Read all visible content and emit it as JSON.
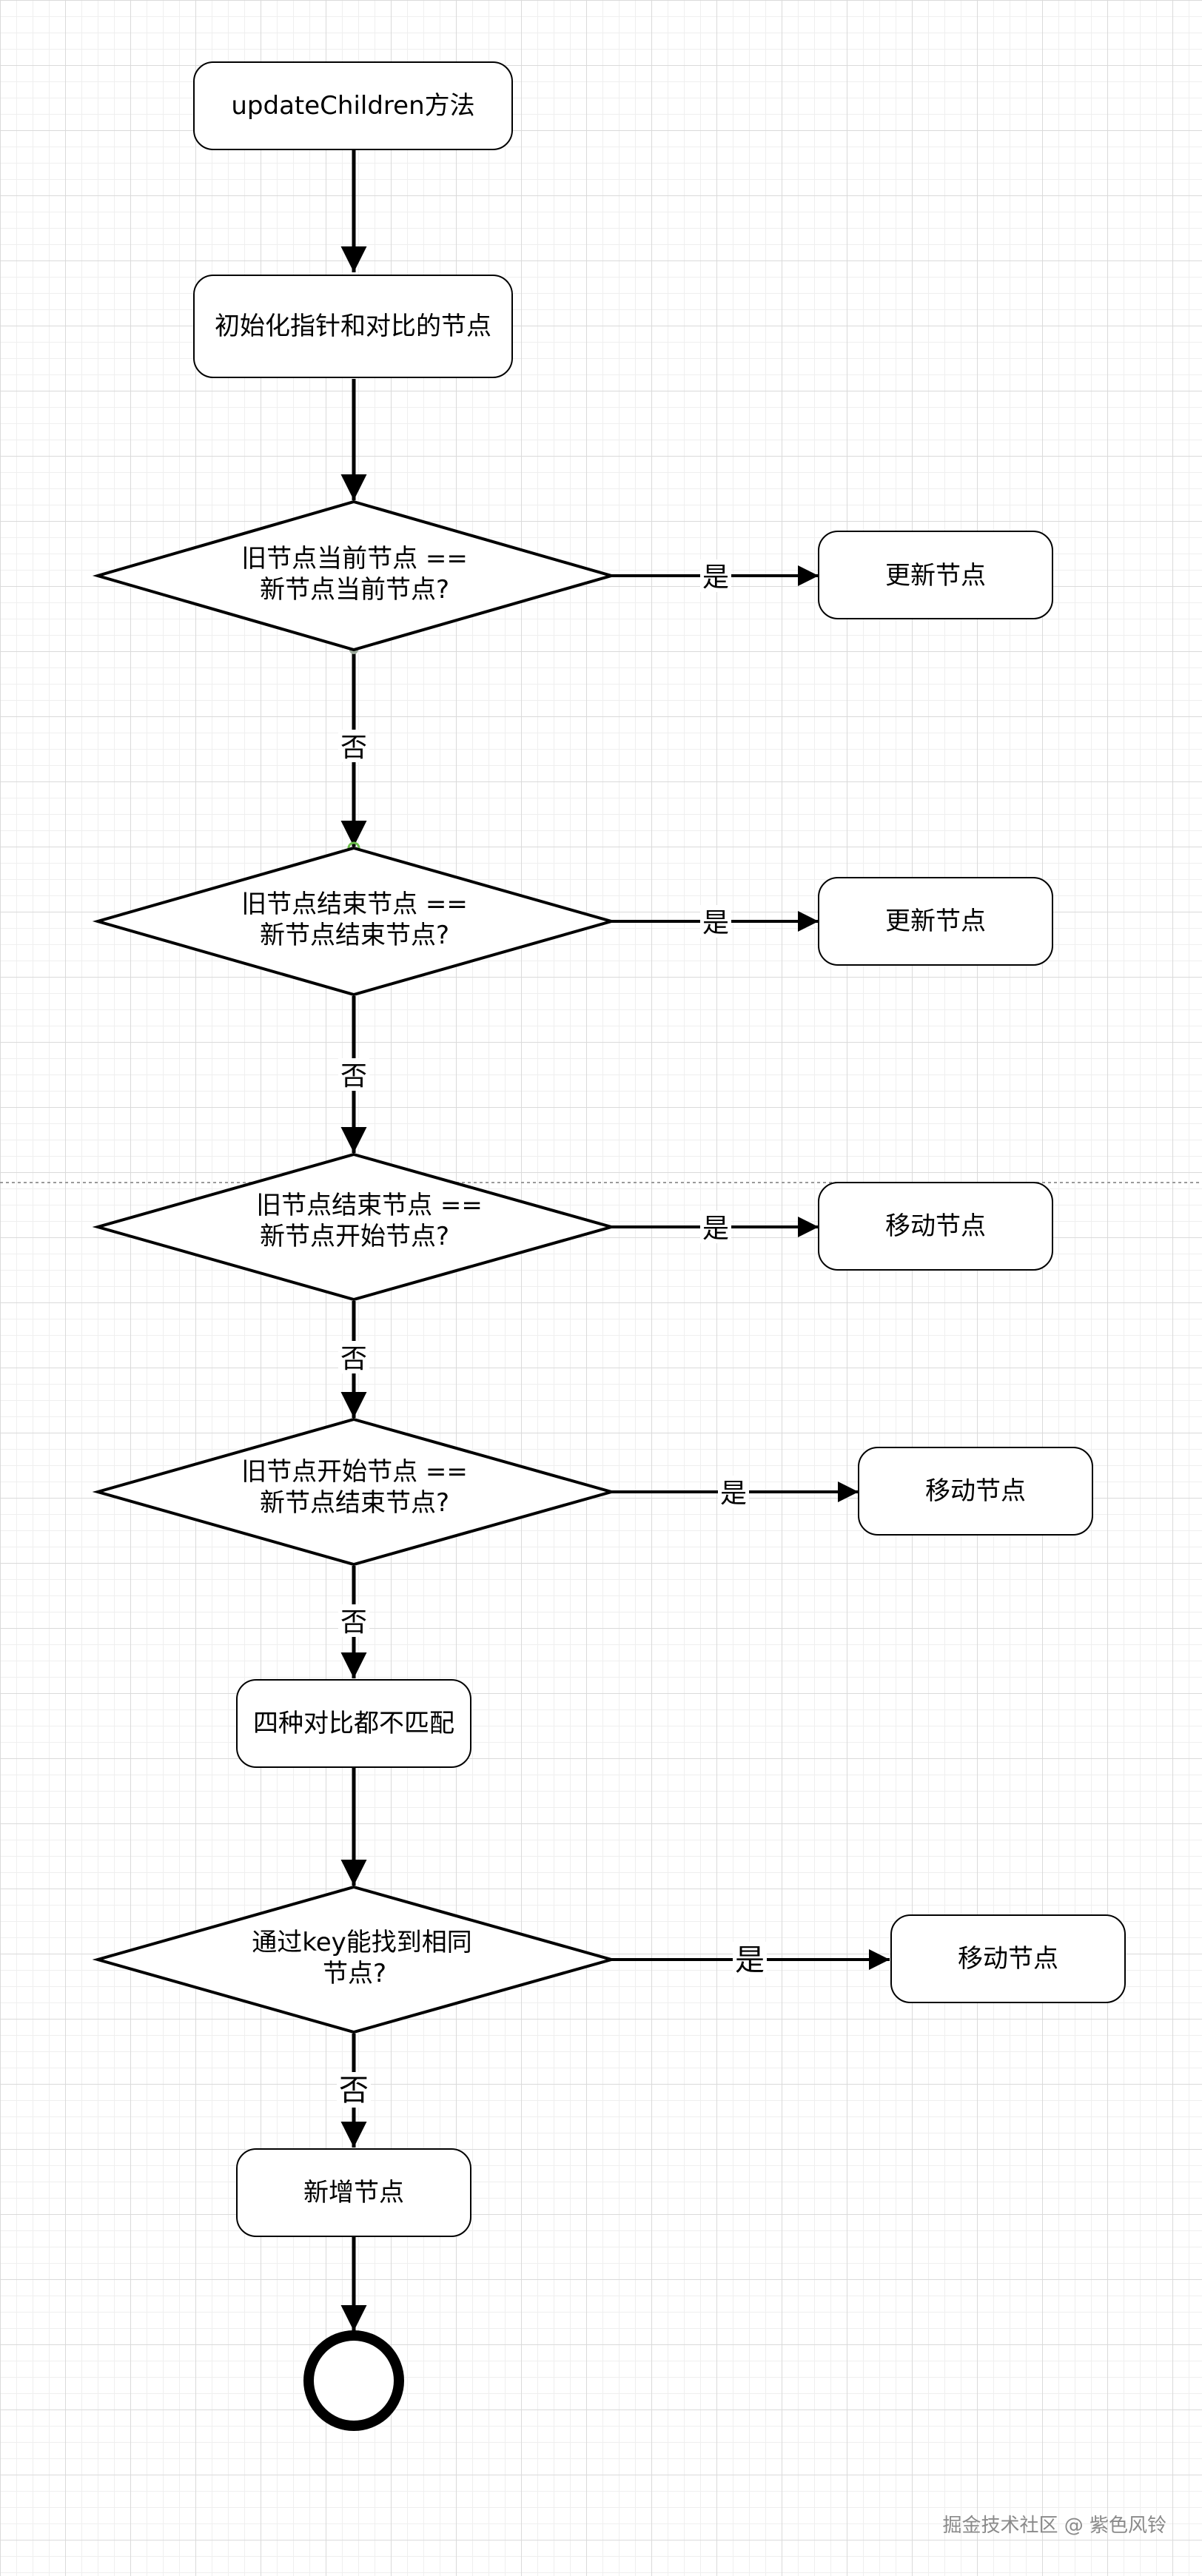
{
  "nodes": {
    "start": "updateChildren方法",
    "init": "初始化指针和对比的节点",
    "cond1": [
      "旧节点当前节点 ==",
      "新节点当前节点?"
    ],
    "update1": "更新节点",
    "cond2": [
      "旧节点结束节点 ==",
      "新节点结束节点?"
    ],
    "update2": "更新节点",
    "cond3": [
      "旧节点结束节点 ==",
      "新节点开始节点?"
    ],
    "move3": "移动节点",
    "cond4": [
      "旧节点开始节点 ==",
      "新节点结束节点?"
    ],
    "move4": "移动节点",
    "nomatch": "四种对比都不匹配",
    "cond5": [
      "通过key能找到相同",
      "节点?"
    ],
    "move5": "移动节点",
    "add": "新增节点"
  },
  "edge_labels": {
    "yes": "是",
    "no": "否"
  },
  "watermark": "掘金技术社区 @ 紫色风铃"
}
